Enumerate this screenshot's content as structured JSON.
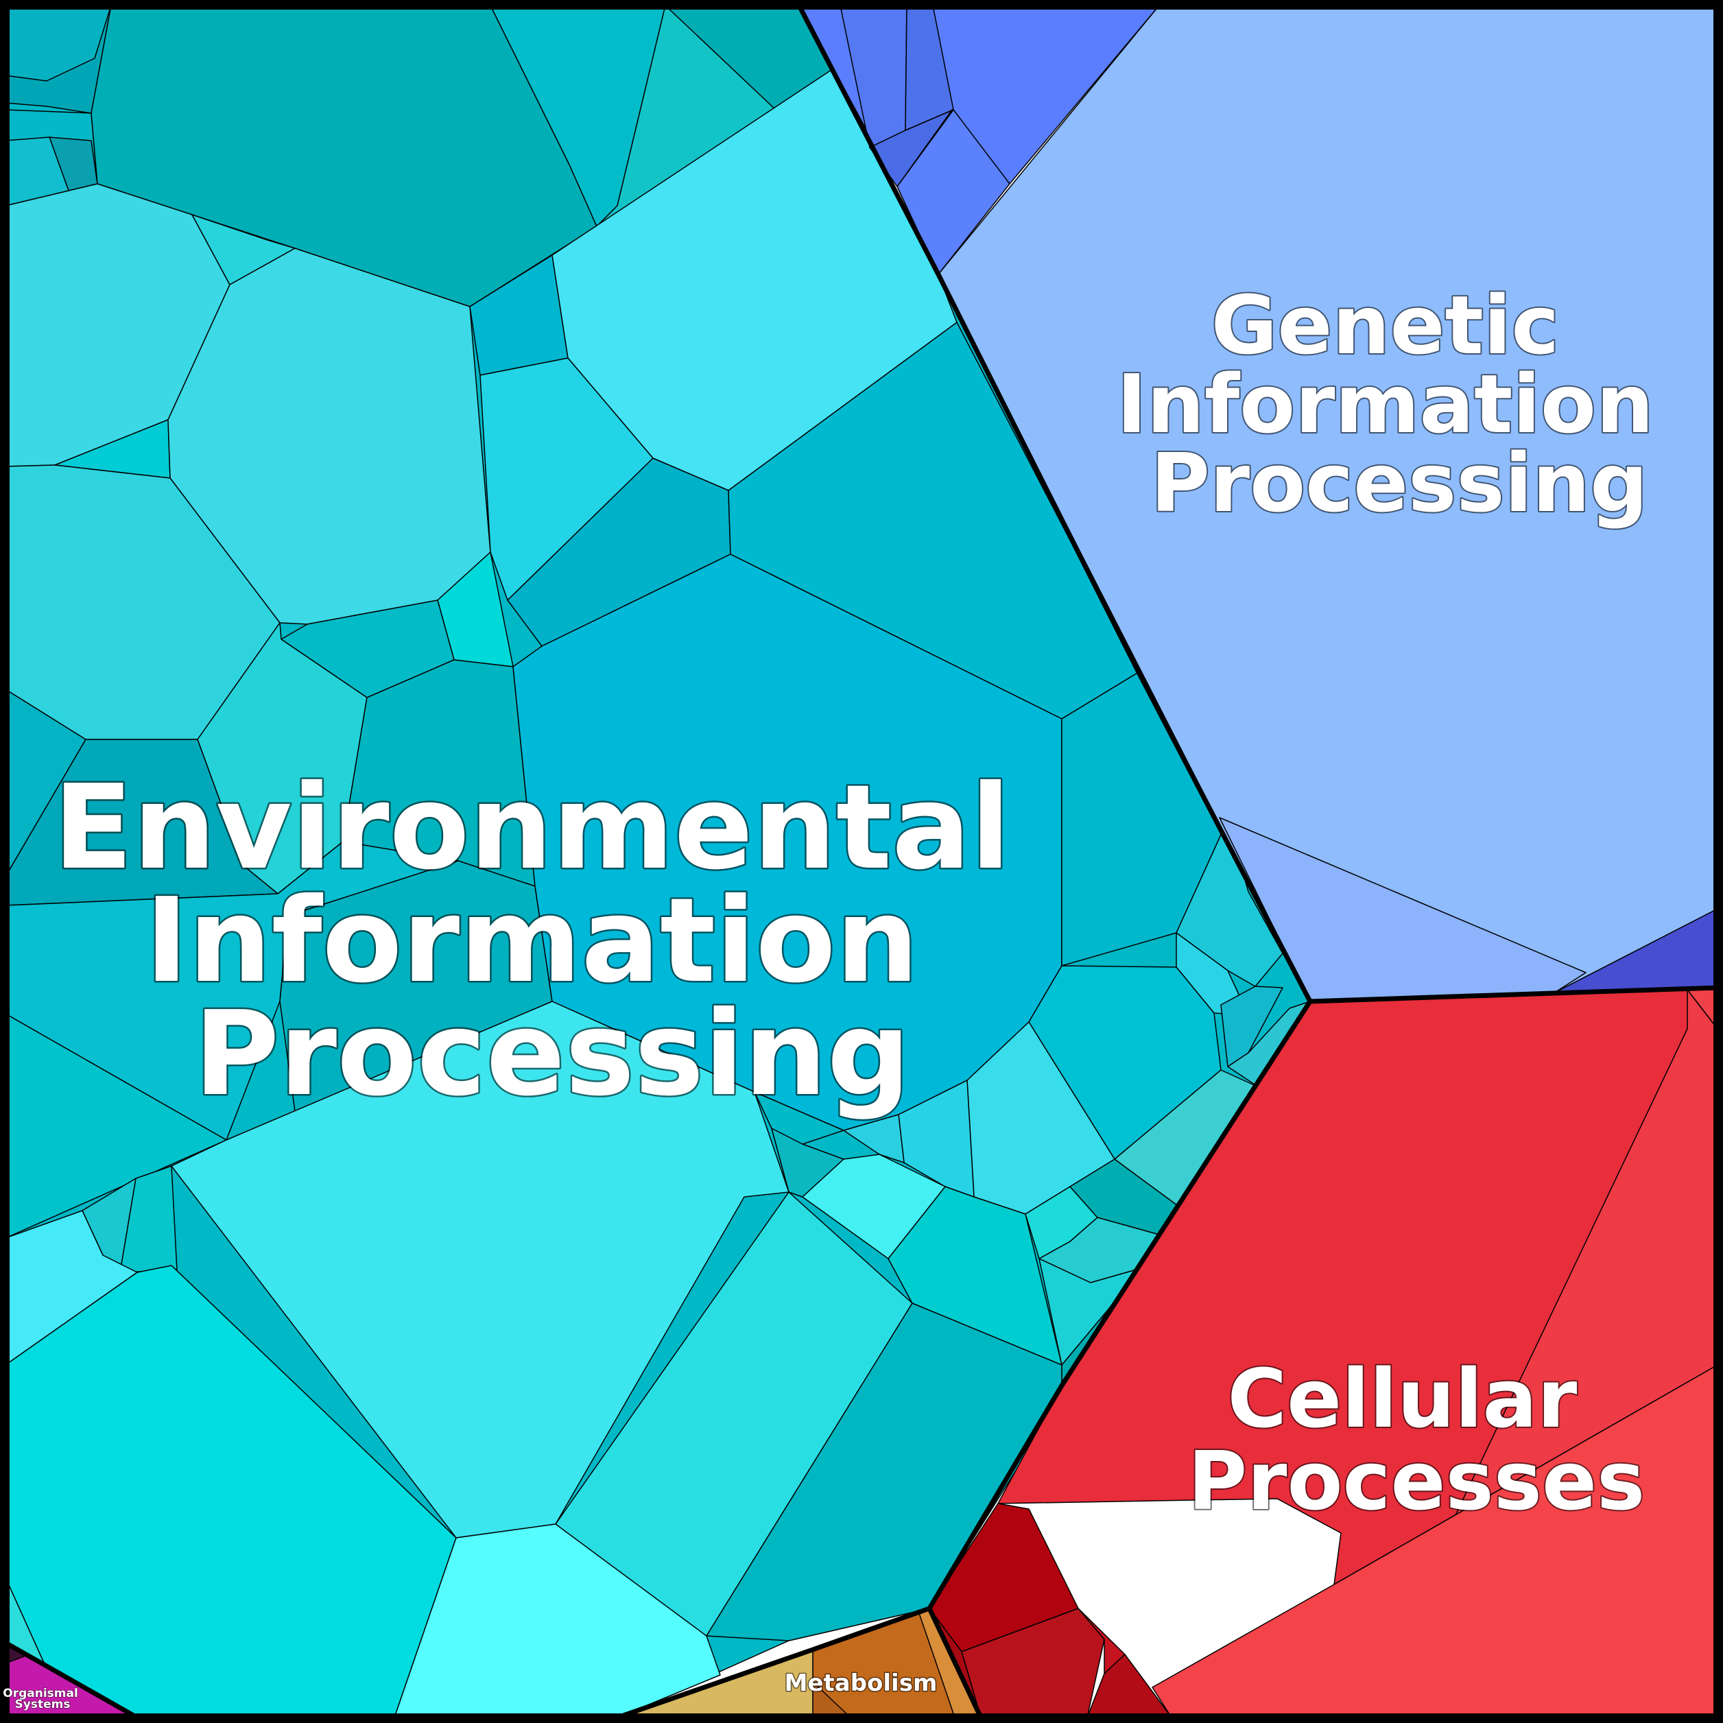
{
  "treemap": {
    "regions": [
      {
        "name": "Environmental Information Processing",
        "label_lines": [
          "Environmental",
          "Information",
          "Processing"
        ],
        "color": "#00b5c8"
      },
      {
        "name": "Genetic Information Processing",
        "label_lines": [
          "Genetic",
          "Information",
          "Processing"
        ],
        "color": "#8fbbfd"
      },
      {
        "name": "Cellular Processes",
        "label_lines": [
          "Cellular",
          "Processes"
        ],
        "color": "#e82d3b"
      },
      {
        "name": "Metabolism",
        "label_lines": [
          "Metabolism"
        ],
        "color": "#c06a20"
      },
      {
        "name": "Organismal Systems",
        "label_lines": [
          "Organismal",
          "Systems"
        ],
        "color": "#c41aab"
      }
    ]
  }
}
